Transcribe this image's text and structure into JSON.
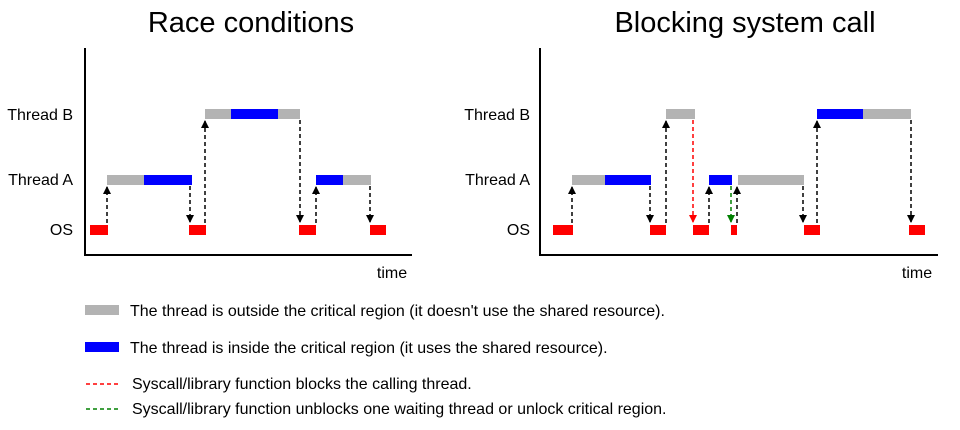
{
  "colors": {
    "outside": "#b3b3b3",
    "inside": "#0000ff",
    "os": "#ff0000",
    "block_arrow": "#ff0000",
    "unblock_arrow": "#008000",
    "switch_arrow": "#000000"
  },
  "panels": [
    {
      "title": "Race conditions",
      "rows": {
        "thread_b": "Thread B",
        "thread_a": "Thread A",
        "os": "OS"
      },
      "time_label": "time"
    },
    {
      "title": "Blocking system call",
      "rows": {
        "thread_b": "Thread B",
        "thread_a": "Thread A",
        "os": "OS"
      },
      "time_label": "time"
    }
  ],
  "legend": {
    "outside": "The thread is outside the critical region (it doesn't use the shared resource).",
    "inside": "The thread is inside the critical region (it uses the shared resource).",
    "blocks": "Syscall/library function blocks the calling thread.",
    "unblocks": "Syscall/library function unblocks one waiting thread or unlock critical region."
  }
}
